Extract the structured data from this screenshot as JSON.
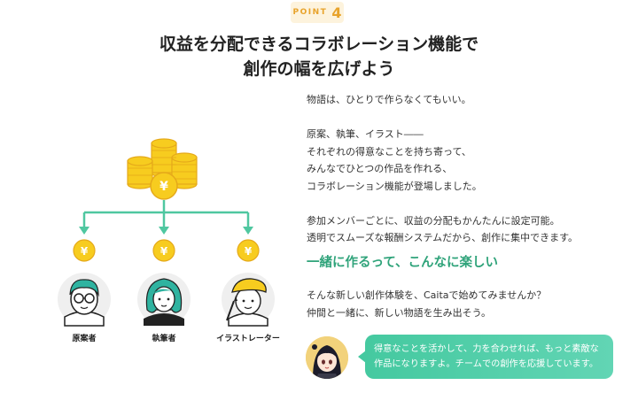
{
  "badge": {
    "word": "POINT",
    "number": "4"
  },
  "headline": {
    "line1": "収益を分配できるコラボレーション機能で",
    "line2": "創作の幅を広げよう"
  },
  "diagram": {
    "currency_symbol": "¥",
    "roles": [
      "原案者",
      "執筆者",
      "イラストレーター"
    ],
    "colors": {
      "arrow": "#4fc7a0",
      "coin": "#f7cc1f",
      "coin_dark": "#e5a91a"
    }
  },
  "body": [
    "物語は、ひとりで作らなくてもいい。",
    "",
    "原案、執筆、イラスト――",
    "それぞれの得意なことを持ち寄って、",
    "みんなでひとつの作品を作れる、",
    "コラボレーション機能が登場しました。",
    "",
    "参加メンバーごとに、収益の分配もかんたんに設定可能。",
    "透明でスムーズな報酬システムだから、創作に集中できます。"
  ],
  "subheading": "一緒に作るって、こんなに楽しい",
  "cta": [
    "そんな新しい創作体験を、Caitaで始めてみませんか？",
    "仲間と一緒に、新しい物語を生み出そう。"
  ],
  "bubble": {
    "line1": "得意なことを活かして、力を合わせれば、もっと素敵な",
    "line2": "作品になりますよ。チームでの創作を応援しています。"
  }
}
